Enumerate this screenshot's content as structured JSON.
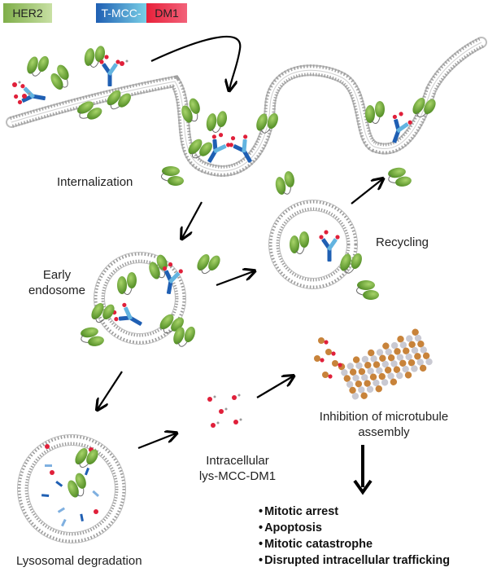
{
  "legend": {
    "her2": "HER2",
    "tmcc": "T-MCC-",
    "dm1": "DM1"
  },
  "colors": {
    "her2": "#6fa33a",
    "antibody": "#1f5fb3",
    "drug": "#e0203a",
    "membrane": "#9a9a9a",
    "tubulin_a": "#c8833a",
    "tubulin_b": "#c9c9d2"
  },
  "steps": {
    "internalization": "Internalization",
    "early_endosome": "Early\nendosome",
    "recycling": "Recycling",
    "lysosomal_degradation": "Lysosomal degradation",
    "intracellular": "Intracellular\nlys-MCC-DM1",
    "inhibition": "Inhibition of microtubule\nassembly"
  },
  "effects": [
    "Mitotic arrest",
    "Apoptosis",
    "Mitotic catastrophe",
    "Disrupted intracellular trafficking"
  ]
}
